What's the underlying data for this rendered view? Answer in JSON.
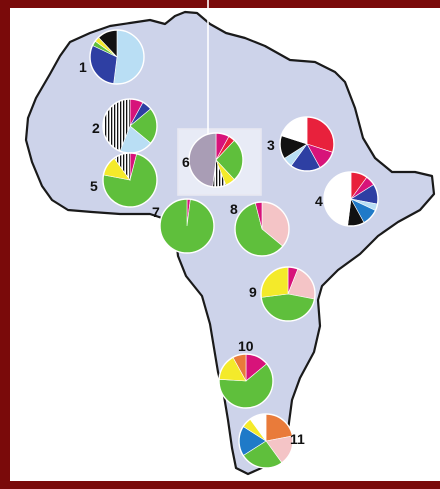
{
  "colors": {
    "background": "#7a0a0a",
    "panel": "#ffffff",
    "continent": "#cdd3ea",
    "outline": "#1a1a1a"
  },
  "pies": [
    {
      "label": "1",
      "slices": [
        {
          "color": "#b9def4",
          "value": 0.52
        },
        {
          "color": "#2e3fa3",
          "value": 0.3
        },
        {
          "color": "#5fbf3c",
          "value": 0.03
        },
        {
          "color": "#f4ea2a",
          "value": 0.03
        },
        {
          "color": "#111111",
          "value": 0.12
        }
      ]
    },
    {
      "label": "2",
      "slices": [
        {
          "color": "#d7137a",
          "value": 0.08
        },
        {
          "color": "#2e3fa3",
          "value": 0.06
        },
        {
          "color": "#5fbf3c",
          "value": 0.22
        },
        {
          "color": "#b9def4",
          "value": 0.2
        },
        {
          "color": "hatch",
          "value": 0.44
        }
      ]
    },
    {
      "label": "3",
      "slices": [
        {
          "color": "#e8213c",
          "value": 0.3
        },
        {
          "color": "#d7137a",
          "value": 0.12
        },
        {
          "color": "#2e3fa3",
          "value": 0.18
        },
        {
          "color": "#b9def4",
          "value": 0.06
        },
        {
          "color": "#111111",
          "value": 0.14
        },
        {
          "color": "#ffffff",
          "value": 0.2
        }
      ]
    },
    {
      "label": "4",
      "slices": [
        {
          "color": "#e8213c",
          "value": 0.1
        },
        {
          "color": "#d7137a",
          "value": 0.06
        },
        {
          "color": "#2e3fa3",
          "value": 0.12
        },
        {
          "color": "#b9def4",
          "value": 0.04
        },
        {
          "color": "#1f7ac8",
          "value": 0.1
        },
        {
          "color": "#111111",
          "value": 0.1
        },
        {
          "color": "#ffffff",
          "value": 0.48
        }
      ]
    },
    {
      "label": "5",
      "slices": [
        {
          "color": "#d7137a",
          "value": 0.04
        },
        {
          "color": "#5fbf3c",
          "value": 0.74
        },
        {
          "color": "#f4ea2a",
          "value": 0.12
        },
        {
          "color": "hatch",
          "value": 0.1
        }
      ]
    },
    {
      "label": "6",
      "slices": [
        {
          "color": "#d7137a",
          "value": 0.08
        },
        {
          "color": "#e8213c",
          "value": 0.04
        },
        {
          "color": "#5fbf3c",
          "value": 0.26
        },
        {
          "color": "#f4ea2a",
          "value": 0.06
        },
        {
          "color": "hatch",
          "value": 0.08
        },
        {
          "color": "#a99db5",
          "value": 0.48
        }
      ]
    },
    {
      "label": "7",
      "slices": [
        {
          "color": "#d7137a",
          "value": 0.02
        },
        {
          "color": "#5fbf3c",
          "value": 0.98
        }
      ]
    },
    {
      "label": "8",
      "slices": [
        {
          "color": "#f4c4c6",
          "value": 0.36
        },
        {
          "color": "#5fbf3c",
          "value": 0.6
        },
        {
          "color": "#d7137a",
          "value": 0.04
        }
      ]
    },
    {
      "label": "9",
      "slices": [
        {
          "color": "#d7137a",
          "value": 0.06
        },
        {
          "color": "#f4c4c6",
          "value": 0.22
        },
        {
          "color": "#5fbf3c",
          "value": 0.45
        },
        {
          "color": "#f4ea2a",
          "value": 0.27
        }
      ]
    },
    {
      "label": "10",
      "slices": [
        {
          "color": "#d7137a",
          "value": 0.14
        },
        {
          "color": "#5fbf3c",
          "value": 0.62
        },
        {
          "color": "#f4ea2a",
          "value": 0.16
        },
        {
          "color": "#e97b3a",
          "value": 0.08
        }
      ]
    },
    {
      "label": "11",
      "slices": [
        {
          "color": "#e97b3a",
          "value": 0.22
        },
        {
          "color": "#f4c4c6",
          "value": 0.18
        },
        {
          "color": "#5fbf3c",
          "value": 0.26
        },
        {
          "color": "#1f7ac8",
          "value": 0.18
        },
        {
          "color": "#f4ea2a",
          "value": 0.06
        },
        {
          "color": "#ffffff",
          "value": 0.1
        }
      ]
    }
  ]
}
